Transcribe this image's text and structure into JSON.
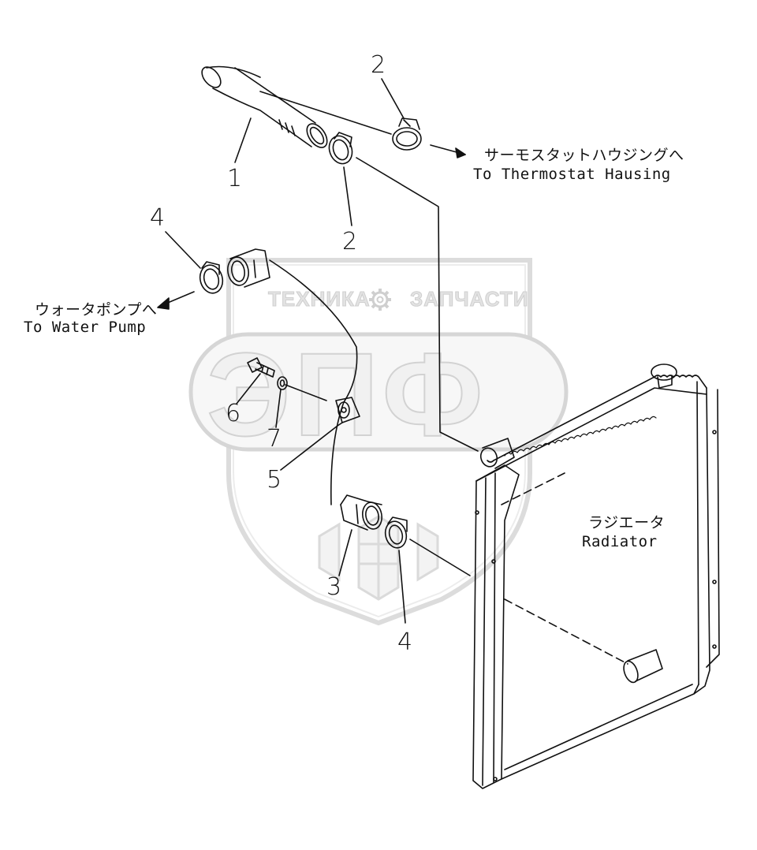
{
  "watermark": {
    "left_text": "ТЕХНИКА",
    "right_text": "ЗАПЧАСТИ",
    "logo_text": "ЭПФ",
    "gear_icon": "gear-icon",
    "wheat_icon": "wheat-icon"
  },
  "labels": {
    "thermostat_jp": "サーモスタットハウジングへ",
    "thermostat_en": "To Thermostat Hausing",
    "water_pump_jp": "ウォータポンプへ",
    "water_pump_en": "To Water Pump",
    "radiator_jp": "ラジエータ",
    "radiator_en": "Radiator"
  },
  "callouts": [
    {
      "id": "1",
      "text": "1"
    },
    {
      "id": "2a",
      "text": "2"
    },
    {
      "id": "2b",
      "text": "2"
    },
    {
      "id": "3",
      "text": "3"
    },
    {
      "id": "4a",
      "text": "4"
    },
    {
      "id": "4b",
      "text": "4"
    },
    {
      "id": "5",
      "text": "5"
    },
    {
      "id": "6",
      "text": "6"
    },
    {
      "id": "7",
      "text": "7"
    }
  ]
}
